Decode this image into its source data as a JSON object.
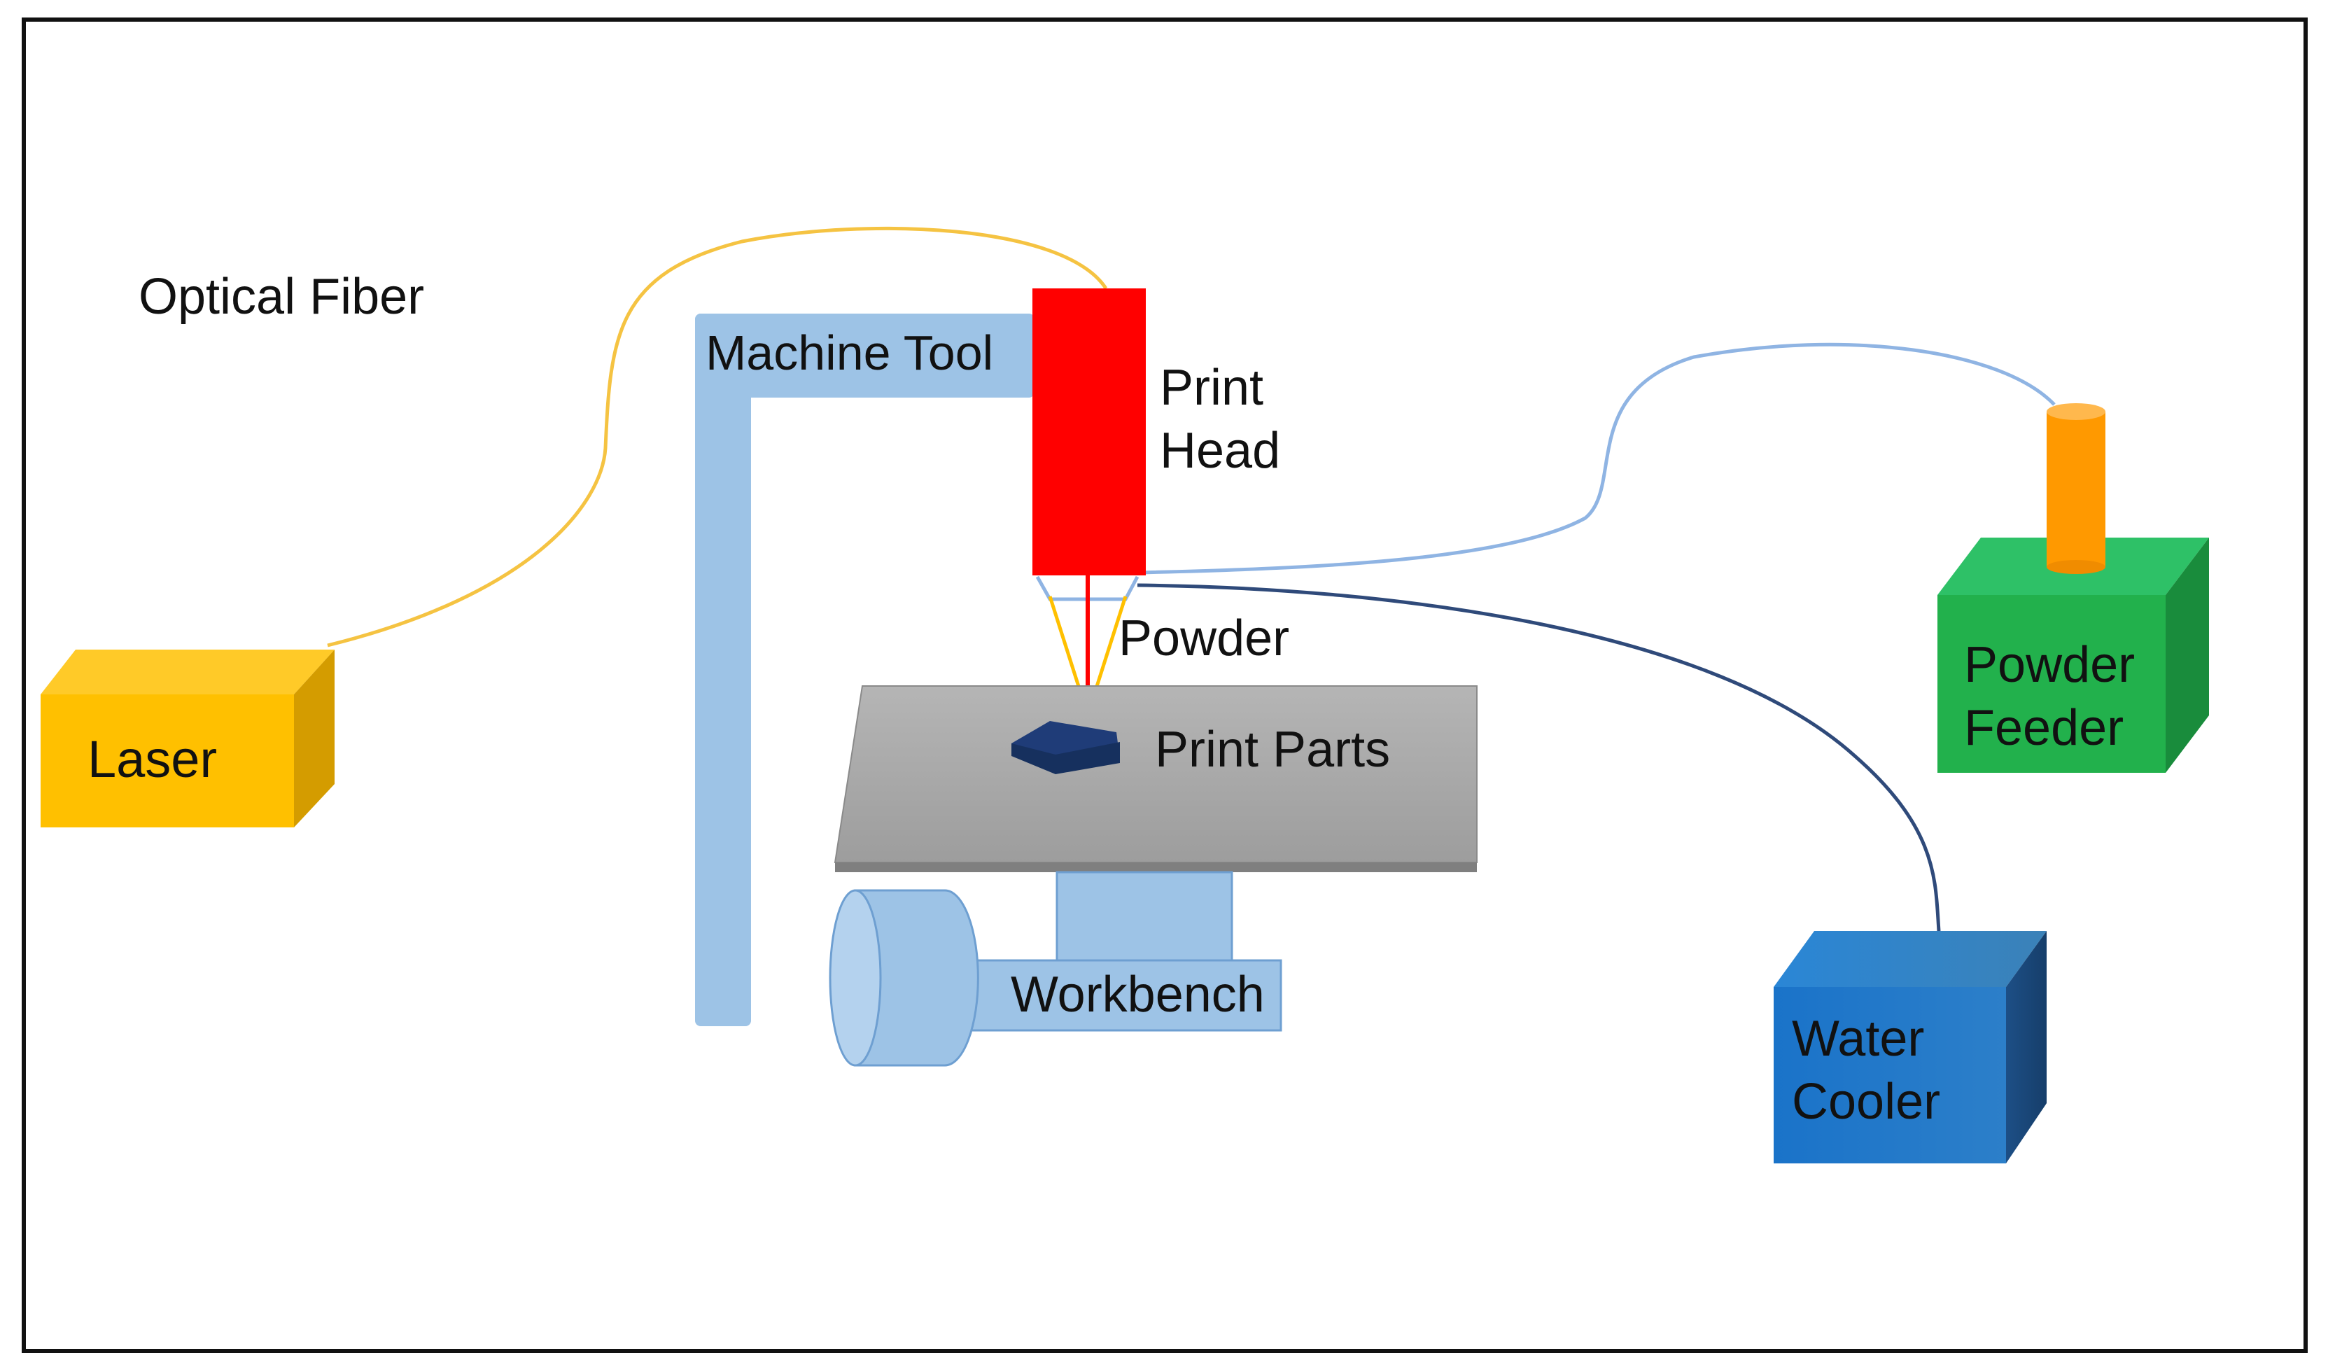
{
  "labels": {
    "optical_fiber": "Optical Fiber",
    "machine_tool": "Machine Tool",
    "print_head_line1": "Print",
    "print_head_line2": "Head",
    "powder": "Powder",
    "print_parts": "Print Parts",
    "laser": "Laser",
    "workbench": "Workbench",
    "powder_feeder_line1": "Powder",
    "powder_feeder_line2": "Feeder",
    "water_cooler_line1": "Water",
    "water_cooler_line2": "Cooler"
  },
  "colors": {
    "frame": "#111111",
    "optical_fiber": "#f5c342",
    "laser": "#ffc000",
    "machine_tool": "#9dc3e6",
    "print_head": "#ff0000",
    "laser_beam": "#ff0000",
    "powder_stream": "#ffc000",
    "build_plate": "#a6a6a6",
    "print_part": "#1f3c78",
    "workbench": "#9dc3e6",
    "powder_feeder": "#22b14c",
    "feeder_hopper": "#ff9900",
    "powder_hose": "#8fb4e3",
    "water_cooler": "#1f78c8",
    "coolant_hose": "#2f4a7a"
  }
}
